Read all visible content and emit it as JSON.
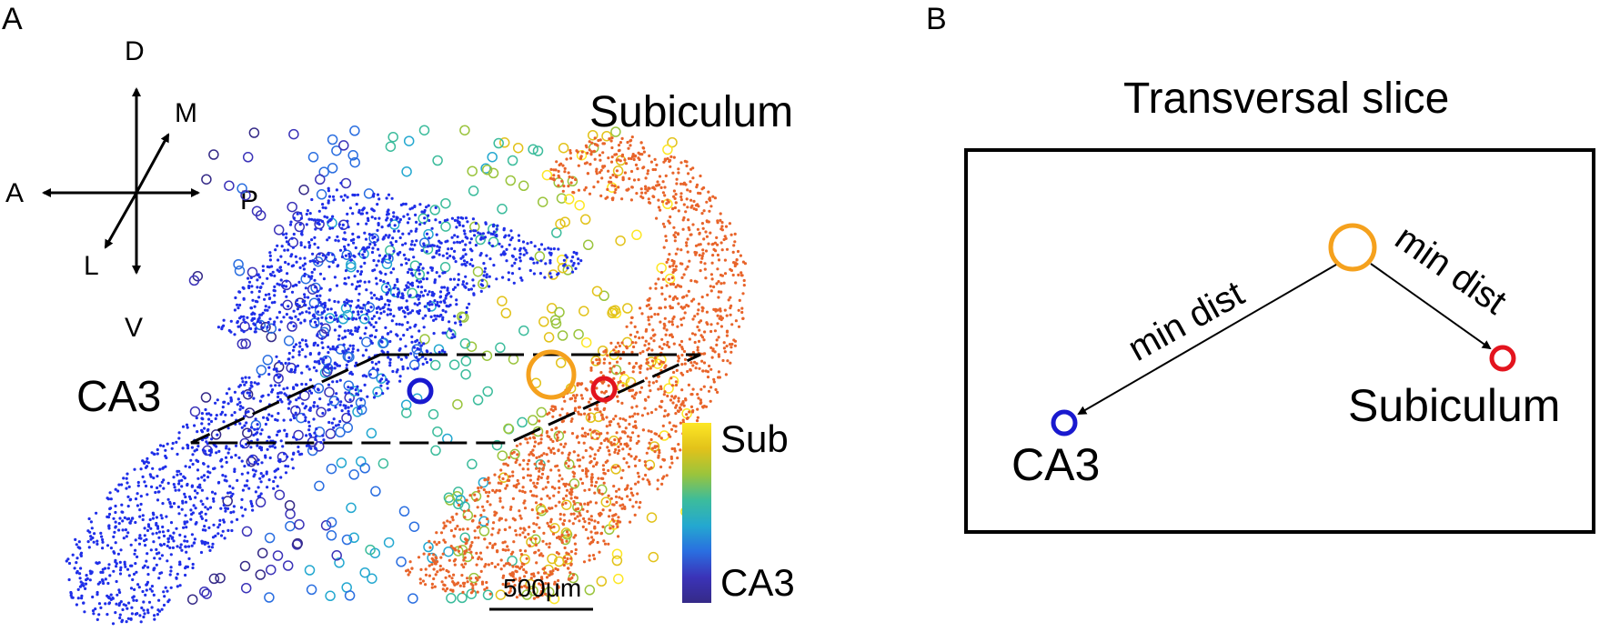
{
  "panel_a": {
    "panel_letter": "A",
    "orientation": {
      "dorsal": "D",
      "ventral": "V",
      "anterior": "A",
      "posterior": "P",
      "medial": "M",
      "lateral": "L"
    },
    "region_labels": {
      "ca3": "CA3",
      "subiculum": "Subiculum"
    },
    "colorbar": {
      "top_label": "Sub",
      "bottom_label": "CA3",
      "colors": [
        "#fde725",
        "#e2c21a",
        "#9ac43c",
        "#3cbc9c",
        "#24a8d0",
        "#2a6ee0",
        "#3b33b8",
        "#352a87"
      ]
    },
    "scale_bar": {
      "label": "500μm"
    },
    "colors": {
      "ca3": "#1f2fe8",
      "subiculum": "#e8642a",
      "example_cell": "#f5a11d",
      "nearest_sub": "#e3141e",
      "nearest_ca3": "#1919cf"
    }
  },
  "panel_b": {
    "panel_letter": "B",
    "title": "Transversal slice",
    "arrow_label_left": "min dist",
    "arrow_label_right": "min dist",
    "label_ca3": "CA3",
    "label_subiculum": "Subiculum"
  }
}
